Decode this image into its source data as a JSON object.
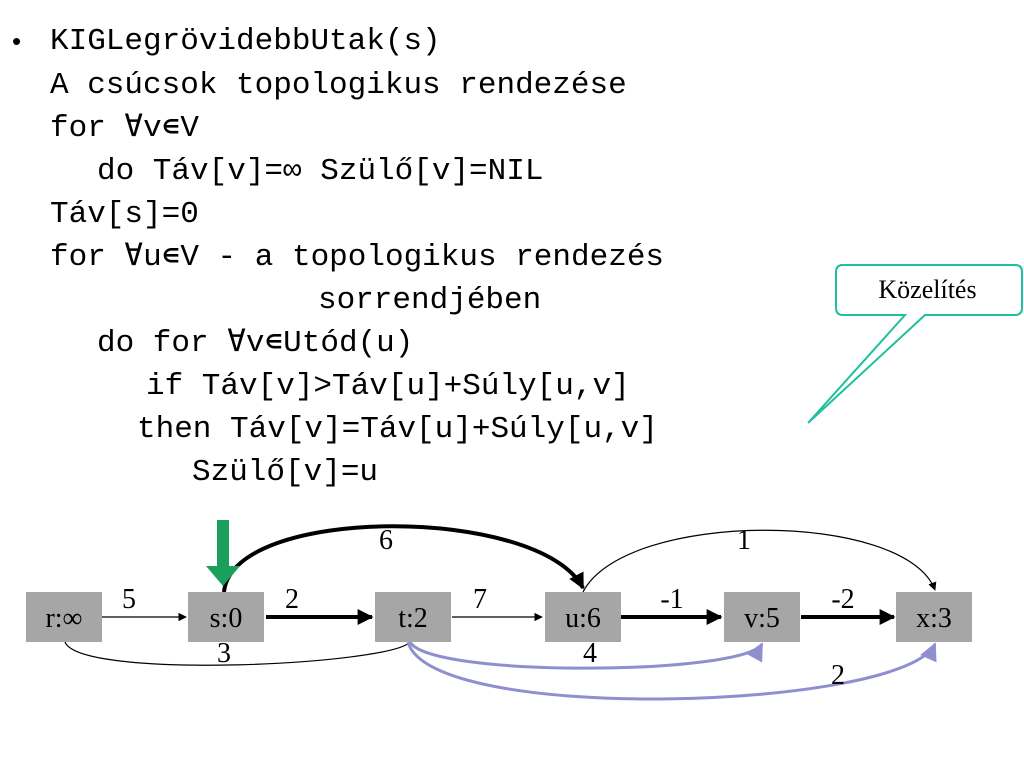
{
  "code_lines": [
    "KIGLegrövidebbUtak(s)",
    "A csúcsok topologikus rendezése",
    "for ∀v∊V",
    "do Táv[v]=∞ Szülő[v]=NIL",
    "Táv[s]=0",
    "for ∀u∊V - a topologikus rendezés",
    "sorrendjében",
    "do for ∀v∊Utód(u)",
    "if Táv[v]>Táv[u]+Súly[u,v]",
    "then Táv[v]=Táv[u]+Súly[u,v]",
    "Szülő[v]=u"
  ],
  "bullet": "•",
  "callout": {
    "text": "Közelítés",
    "border_color": "#1fbf9f"
  },
  "graph": {
    "nodes": [
      {
        "id": "r",
        "label": "r:∞"
      },
      {
        "id": "s",
        "label": "s:0"
      },
      {
        "id": "t",
        "label": "t:2"
      },
      {
        "id": "u",
        "label": "u:6"
      },
      {
        "id": "v",
        "label": "v:5"
      },
      {
        "id": "x",
        "label": "x:3"
      }
    ],
    "edges": [
      {
        "from": "r",
        "to": "s",
        "weight": "5"
      },
      {
        "from": "s",
        "to": "t",
        "weight": "2",
        "bold": true
      },
      {
        "from": "t",
        "to": "u",
        "weight": "7"
      },
      {
        "from": "u",
        "to": "v",
        "weight": "-1",
        "bold": true
      },
      {
        "from": "v",
        "to": "x",
        "weight": "-2",
        "bold": true
      },
      {
        "from": "s",
        "to": "u",
        "weight": "6",
        "bold": true
      },
      {
        "from": "u",
        "to": "x",
        "weight": "1"
      },
      {
        "from": "r",
        "to": "t",
        "weight": "3"
      },
      {
        "from": "t",
        "to": "v",
        "weight": "4",
        "highlighted": true
      },
      {
        "from": "t",
        "to": "x",
        "weight": "2",
        "highlighted": true
      }
    ],
    "node_fill": "#a6a6a6",
    "current_marker_color": "#1aa05a",
    "highlight_color": "#8f8fd0"
  }
}
